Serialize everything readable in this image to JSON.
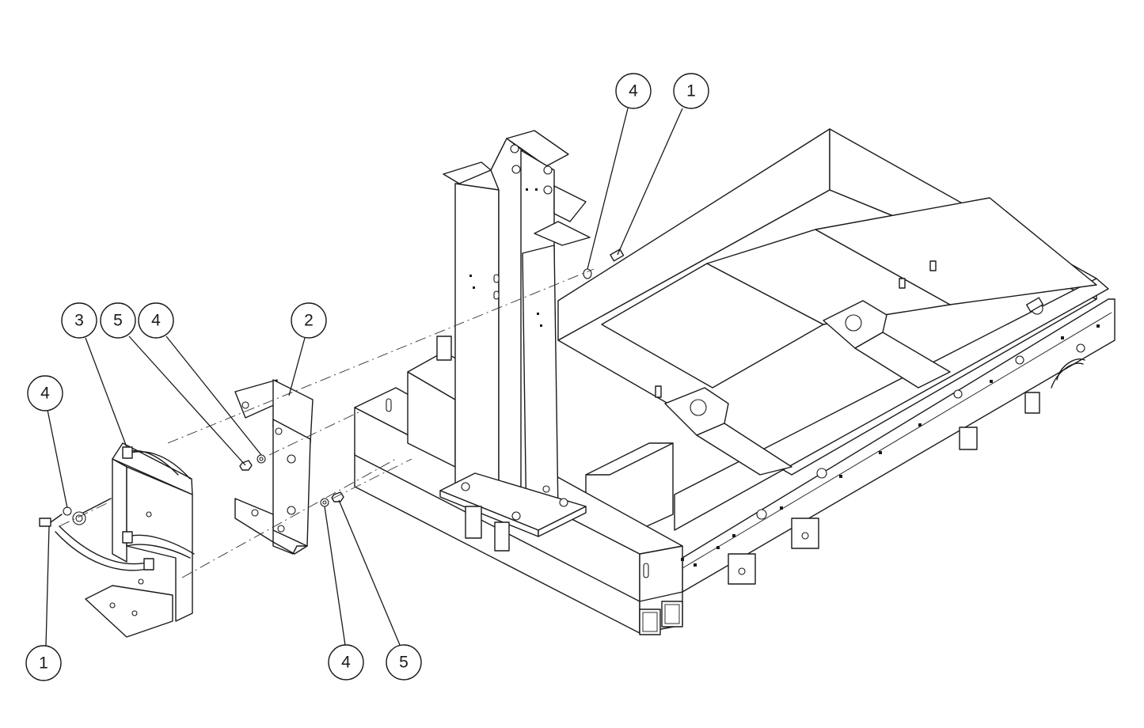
{
  "balloons": [
    {
      "id": "b1",
      "label": "4"
    },
    {
      "id": "b2",
      "label": "1"
    },
    {
      "id": "b3",
      "label": "3"
    },
    {
      "id": "b4",
      "label": "5"
    },
    {
      "id": "b5",
      "label": "4"
    },
    {
      "id": "b6",
      "label": "2"
    },
    {
      "id": "b7",
      "label": "4"
    },
    {
      "id": "b8",
      "label": "1"
    },
    {
      "id": "b9",
      "label": "4"
    },
    {
      "id": "b10",
      "label": "5"
    }
  ]
}
